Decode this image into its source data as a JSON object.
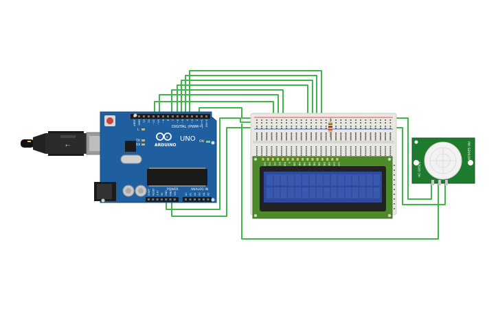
{
  "arduino": {
    "brand": "ARDUINO",
    "model": "UNO",
    "digital_header": "DIGITAL (PWM~)",
    "power_header": "POWER",
    "analog_header": "ANALOG IN",
    "on_label": "ON",
    "tx_label": "TX",
    "rx_label": "RX",
    "l_label": "L",
    "ioref_label": "IOREF",
    "aref_label": "AREF",
    "gnd_label": "GND",
    "digital_pins": [
      "13",
      "12",
      "~11",
      "~10",
      "~9",
      "8",
      "7",
      "~6",
      "~5",
      "4",
      "~3",
      "2",
      "TX→1",
      "RX←0"
    ],
    "analog_pins": [
      "A0",
      "A1",
      "A2",
      "A3",
      "A4",
      "A5"
    ],
    "power_pins": [
      "RESET",
      "3.3V",
      "5V",
      "GND",
      "GND",
      "VIN"
    ]
  },
  "lcd": {
    "pins": [
      "GND",
      "VCC",
      "V0",
      "RS",
      "RW",
      "E",
      "DB0",
      "DB1",
      "DB2",
      "DB3",
      "DB4",
      "DB5",
      "DB6",
      "DB7",
      "LED",
      "LED"
    ]
  },
  "pir": {
    "left_text": "HC-SR501",
    "right_text": "PIR SENSOR"
  },
  "colors": {
    "wire": "#3fb54a",
    "arduino_board": "#1f5f9f",
    "breadboard": "#e9e7e1",
    "lcd_bezel": "#4c8a2a",
    "lcd_screen": "#2f4a9c",
    "pir_board": "#1e7a2c"
  }
}
